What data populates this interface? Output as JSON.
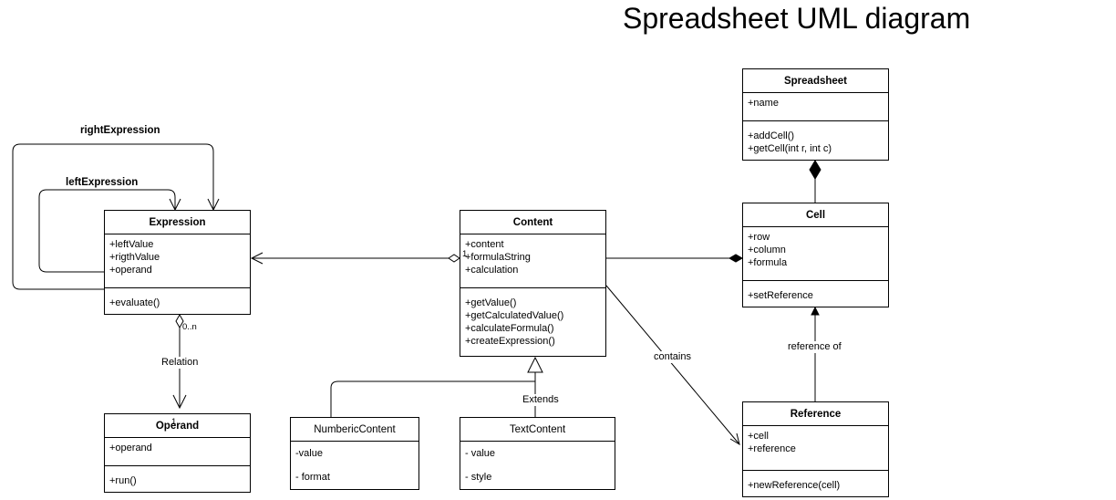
{
  "title": "Spreadsheet UML diagram",
  "classes": {
    "spreadsheet": {
      "name": "Spreadsheet",
      "attributes": [
        "+name"
      ],
      "methods": [
        "+addCell()",
        "+getCell(int r, int c)"
      ]
    },
    "cell": {
      "name": "Cell",
      "attributes": [
        "+row",
        "+column",
        "+formula"
      ],
      "methods": [
        "+setReference"
      ]
    },
    "reference": {
      "name": "Reference",
      "attributes": [
        "+cell",
        "+reference"
      ],
      "methods": [
        "+newReference(cell)"
      ]
    },
    "content": {
      "name": "Content",
      "attributes": [
        "+content",
        "+formulaString",
        "+calculation"
      ],
      "methods": [
        "+getValue()",
        "+getCalculatedValue()",
        "+calculateFormula()",
        "+createExpression()"
      ]
    },
    "expression": {
      "name": "Expression",
      "attributes": [
        "+leftValue",
        "+rigthValue",
        "+operand"
      ],
      "methods": [
        "+evaluate()"
      ]
    },
    "operand": {
      "name": "Operand",
      "attributes": [
        "+operand"
      ],
      "methods": [
        "+run()"
      ]
    },
    "numberic_content": {
      "name": "NumbericContent",
      "attributes": [
        "-value",
        "- format"
      ]
    },
    "text_content": {
      "name": "TextContent",
      "attributes": [
        "- value",
        "- style"
      ]
    }
  },
  "labels": {
    "right_expression": "rightExpression",
    "left_expression": "leftExpression",
    "relation": "Relation",
    "mult_0n": "0..n",
    "mult_1_operand": "1",
    "mult_1_content": "1",
    "extends": "Extends",
    "contains": "contains",
    "reference_of": "reference of"
  }
}
